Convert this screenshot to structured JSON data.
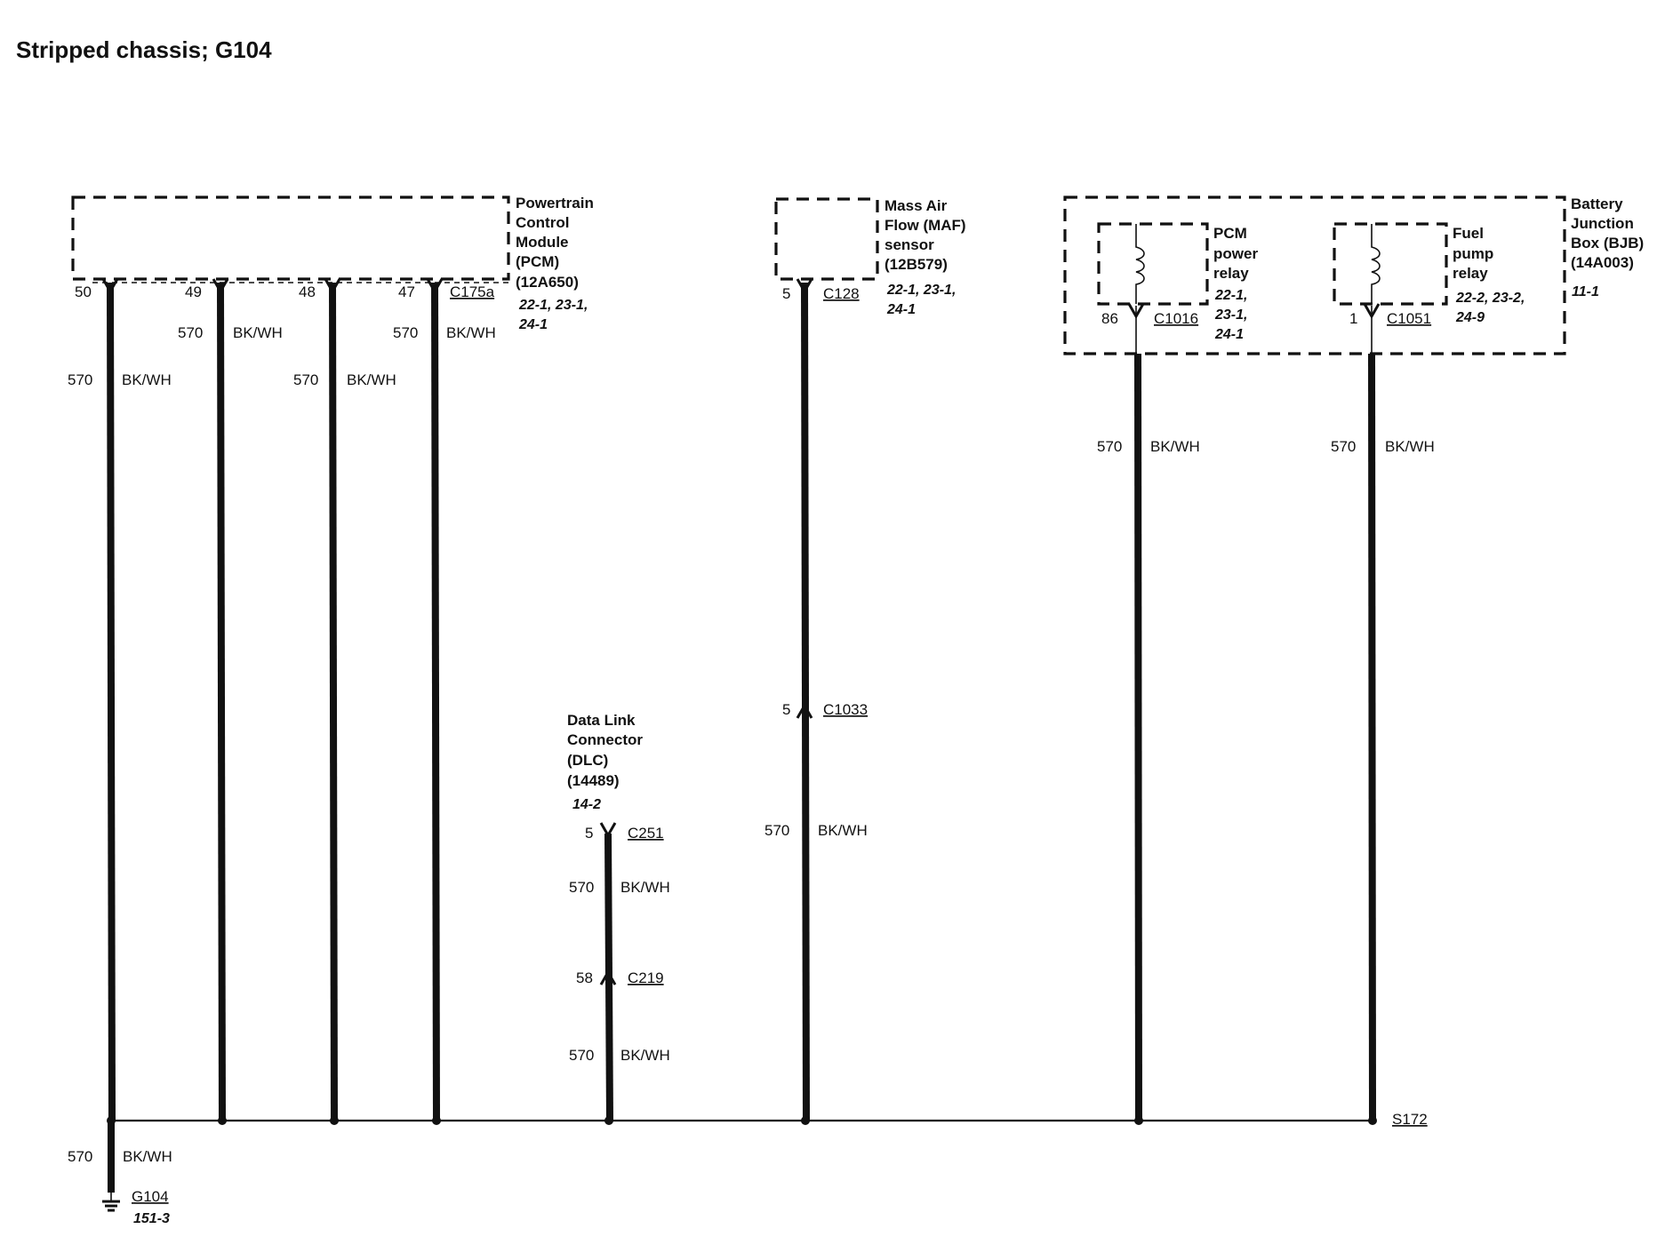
{
  "title": "Stripped chassis; G104",
  "components": {
    "pcm": {
      "name_lines": [
        "Powertrain",
        "Control",
        "Module",
        "(PCM)",
        "(12A650)"
      ],
      "refs": [
        "22-1, 23-1,",
        "24-1"
      ],
      "connector": "C175a"
    },
    "maf": {
      "name_lines": [
        "Mass Air",
        "Flow (MAF)",
        "sensor",
        "(12B579)"
      ],
      "refs": [
        "22-1, 23-1,",
        "24-1"
      ],
      "connector": "C128"
    },
    "bjb": {
      "name_lines": [
        "Battery",
        "Junction",
        "Box (BJB)",
        "(14A003)"
      ],
      "refs": [
        "11-1"
      ]
    },
    "pcm_relay": {
      "name_lines": [
        "PCM",
        "power",
        "relay"
      ],
      "refs": [
        "22-1,",
        "23-1,",
        "24-1"
      ],
      "connector": "C1016",
      "pin": "86"
    },
    "fuel_relay": {
      "name_lines": [
        "Fuel",
        "pump",
        "relay"
      ],
      "refs": [
        "22-2, 23-2,",
        "24-9"
      ],
      "connector": "C1051",
      "pin": "1"
    },
    "dlc": {
      "name_lines": [
        "Data Link",
        "Connector",
        "(DLC)",
        "(14489)"
      ],
      "refs": [
        "14-2"
      ],
      "connector": "C251",
      "pin": "5"
    }
  },
  "pins": {
    "pcm_1": "50",
    "pcm_2": "49",
    "pcm_3": "48",
    "pcm_4": "47",
    "maf": "5",
    "c1033": "5",
    "c219": "58"
  },
  "connectors": {
    "c1033": "C1033",
    "c219": "C219"
  },
  "circuit": "570",
  "color": "BK/WH",
  "splice": "S172",
  "ground": {
    "name": "G104",
    "ref": "151-3"
  }
}
